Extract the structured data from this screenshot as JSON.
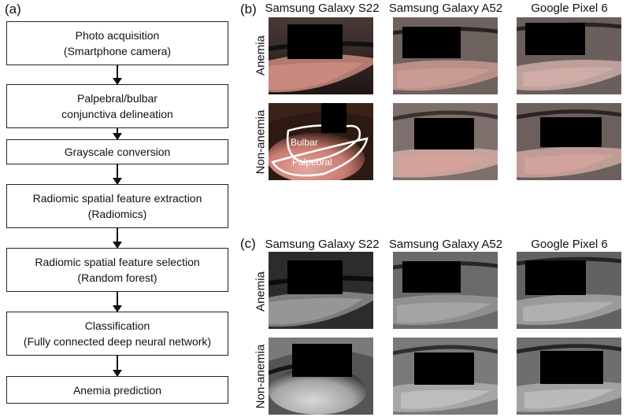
{
  "panels": {
    "a": "(a)",
    "b": "(b)",
    "c": "(c)"
  },
  "flowchart": {
    "steps": [
      {
        "line1": "Photo acquisition",
        "line2": "(Smartphone camera)"
      },
      {
        "line1": "Palpebral/bulbar",
        "line2": "conjunctiva delineation"
      },
      {
        "line1": "Grayscale conversion",
        "line2": ""
      },
      {
        "line1": "Radiomic spatial feature extraction",
        "line2": "(Radiomics)"
      },
      {
        "line1": "Radiomic spatial feature selection",
        "line2": "(Random forest)"
      },
      {
        "line1": "Classification",
        "line2": "(Fully connected deep neural network)"
      },
      {
        "line1": "Anemia prediction",
        "line2": ""
      }
    ]
  },
  "devices": [
    "Samsung Galaxy S22",
    "Samsung Galaxy A52",
    "Google Pixel 6"
  ],
  "rows": [
    "Anemia",
    "Non-anemia"
  ],
  "annotations": {
    "bulbar": "Bulbar",
    "palpebral": "Palpebral"
  },
  "colors": {
    "conjunctiva": "#c9857c",
    "skin_dark": "#3a2218",
    "skin_light": "#8b7467"
  }
}
